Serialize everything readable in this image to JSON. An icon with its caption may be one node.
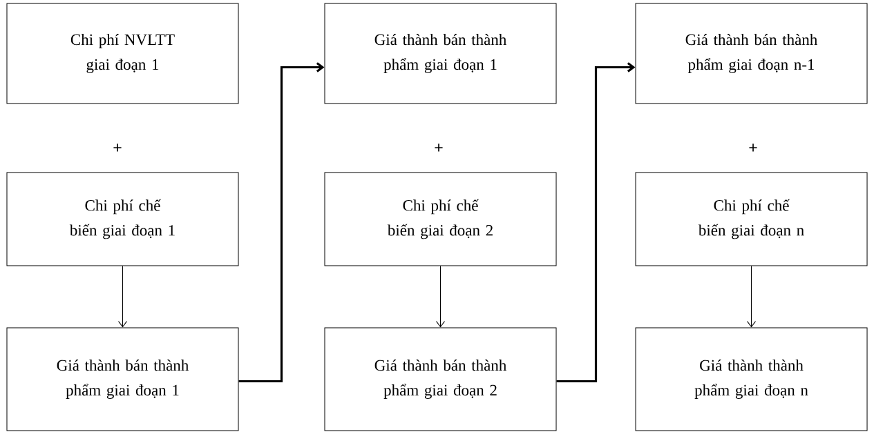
{
  "diagram": {
    "nodes": [
      {
        "text": [
          "Chi phí NVLTT giai đoạn 1"
        ]
      },
      {
        "text": [
          "Giá thành bán thành phẩm giai đoạn 1"
        ]
      },
      {
        "text": [
          "Giá thành bán thành phẩm giai đoạn n-1"
        ]
      },
      {
        "text": [
          "Chi phí chế biến giai đoạn 1"
        ]
      },
      {
        "text": [
          "Chi phí chế biến giai đoạn 2"
        ]
      },
      {
        "text": [
          "Chi phí chế biến giai đoạn n"
        ]
      },
      {
        "text": [
          "Giá thành bán thành phẩm giai đoạn 1"
        ]
      },
      {
        "text": [
          "Giá thành bán thành phẩm giai đoạn 2"
        ]
      },
      {
        "text": [
          "Giá thành thành phẩm giai đoạn n"
        ]
      }
    ],
    "edges": [
      {
        "from": 3,
        "to": 6,
        "arrow": "to"
      },
      {
        "from": 6,
        "to": 1,
        "arrow": "to",
        "style": "thick"
      },
      {
        "from": 4,
        "to": 7,
        "arrow": "to"
      },
      {
        "from": 7,
        "to": 2,
        "arrow": "to",
        "style": "thick"
      },
      {
        "from": 5,
        "to": 8,
        "arrow": "to"
      }
    ],
    "labels": [
      "+",
      "+",
      "+"
    ]
  }
}
